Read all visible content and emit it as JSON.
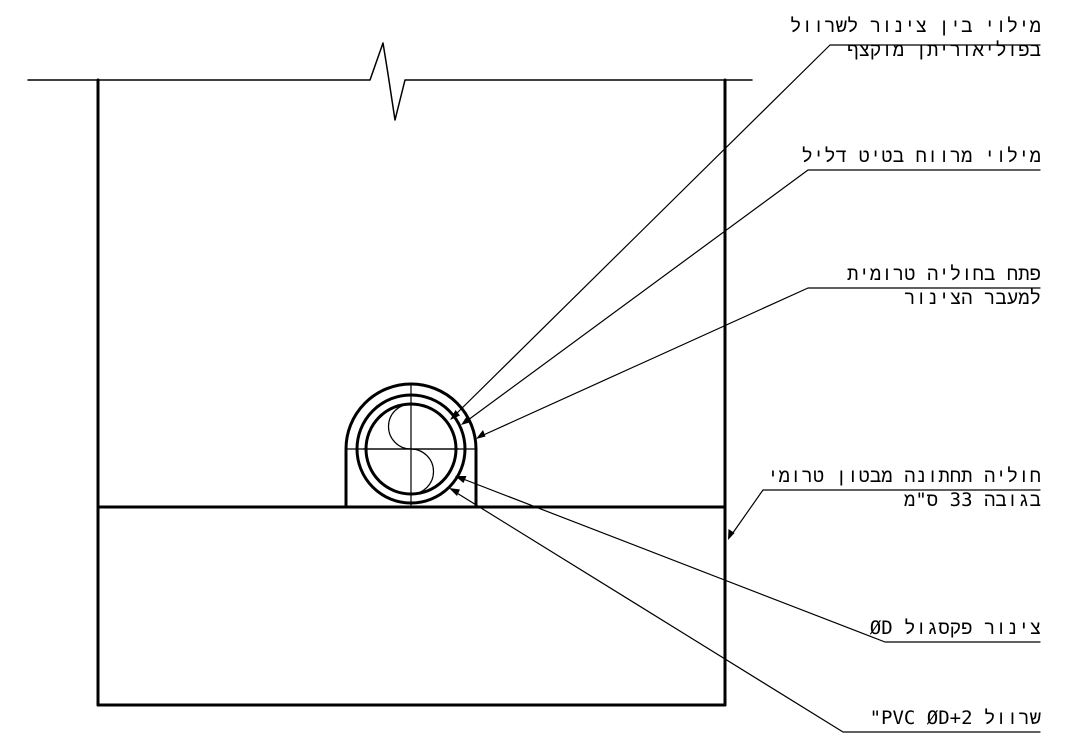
{
  "labels": {
    "filler_between_pipe_sleeve": {
      "line1": "מילוי בין צינור לשרוול",
      "line2": "בפוליאוריתן מוקצף"
    },
    "lean_concrete_fill": {
      "line1": "מילוי מרווח בטיט דליל"
    },
    "precast_opening": {
      "line1": "פתח בחוליה טרומית",
      "line2": "למעבר הצינור"
    },
    "bottom_ring": {
      "line1": "חוליה תחתונה מבטון טרומי",
      "line2": "בגובה 33 ס\"מ"
    },
    "flexgol_pipe": {
      "line1": "צינור פקסגול ØD"
    },
    "pvc_sleeve": {
      "line1": "שרוול PVC ØD+2\""
    }
  },
  "colors": {
    "ink": "#000000",
    "background": "#ffffff"
  }
}
